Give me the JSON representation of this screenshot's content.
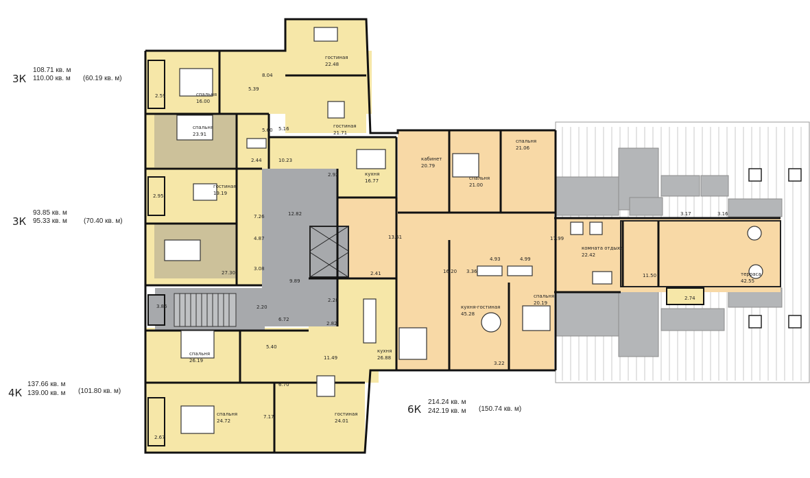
{
  "units": [
    {
      "id": "3k-top",
      "rooms": "3К",
      "total": "108.71 кв. м",
      "total_alt": "110.00 кв. м",
      "living": "(60.19 кв. м)"
    },
    {
      "id": "3k-mid",
      "rooms": "3К",
      "total": "93.85 кв. м",
      "total_alt": "95.33 кв. м",
      "living": "(70.40 кв. м)"
    },
    {
      "id": "4k",
      "rooms": "4К",
      "total": "137.66 кв. м",
      "total_alt": "139.00 кв. м",
      "living": "(101.80 кв. м)"
    },
    {
      "id": "6k",
      "rooms": "6К",
      "total": "214.24 кв. м",
      "total_alt": "242.19 кв. м",
      "living": "(150.74 кв. м)"
    }
  ],
  "rooms": [
    {
      "name": "гостиная",
      "area": "22.48"
    },
    {
      "name": "",
      "area": "8.04"
    },
    {
      "name": "спальня",
      "area": "16.00"
    },
    {
      "name": "",
      "area": "5.39"
    },
    {
      "name": "",
      "area": "2.59"
    },
    {
      "name": "гостиная",
      "area": "21.71"
    },
    {
      "name": "",
      "area": "5.16"
    },
    {
      "name": "спальня",
      "area": "23.91"
    },
    {
      "name": "",
      "area": "5.60"
    },
    {
      "name": "",
      "area": "2.44"
    },
    {
      "name": "",
      "area": "10.23"
    },
    {
      "name": "кухня",
      "area": "16.77"
    },
    {
      "name": "",
      "area": "2.92"
    },
    {
      "name": "гостиная",
      "area": "19.19"
    },
    {
      "name": "",
      "area": "7.26"
    },
    {
      "name": "",
      "area": "2.95"
    },
    {
      "name": "",
      "area": "12.82"
    },
    {
      "name": "",
      "area": "4.87"
    },
    {
      "name": "",
      "area": "27.30"
    },
    {
      "name": "",
      "area": "3.08"
    },
    {
      "name": "",
      "area": "9.89"
    },
    {
      "name": "",
      "area": "13.61"
    },
    {
      "name": "",
      "area": "2.41"
    },
    {
      "name": "",
      "area": "3.86"
    },
    {
      "name": "",
      "area": "2.20"
    },
    {
      "name": "",
      "area": "6.72"
    },
    {
      "name": "",
      "area": "2.28"
    },
    {
      "name": "",
      "area": "2.82"
    },
    {
      "name": "кухня",
      "area": "26.88"
    },
    {
      "name": "",
      "area": "11.49"
    },
    {
      "name": "",
      "area": "5.40"
    },
    {
      "name": "спальня",
      "area": "26.19"
    },
    {
      "name": "",
      "area": "6.70"
    },
    {
      "name": "",
      "area": "7.17"
    },
    {
      "name": "гостиная",
      "area": "24.01"
    },
    {
      "name": "спальня",
      "area": "24.72"
    },
    {
      "name": "",
      "area": "2.67"
    },
    {
      "name": "кабинет",
      "area": "20.79"
    },
    {
      "name": "спальня",
      "area": "21.00"
    },
    {
      "name": "спальня",
      "area": "21.06"
    },
    {
      "name": "",
      "area": "16.20"
    },
    {
      "name": "",
      "area": "3.36"
    },
    {
      "name": "",
      "area": "4.93"
    },
    {
      "name": "",
      "area": "4.99"
    },
    {
      "name": "",
      "area": "17.99"
    },
    {
      "name": "кухня-гостиная",
      "area": "45.28"
    },
    {
      "name": "",
      "area": "3.22"
    },
    {
      "name": "спальня",
      "area": "20.19"
    },
    {
      "name": "комната отдыха",
      "area": "22.42"
    },
    {
      "name": "",
      "area": "11.50"
    },
    {
      "name": "терраса",
      "area": "42.55"
    },
    {
      "name": "",
      "area": "3.17"
    },
    {
      "name": "",
      "area": "3.16"
    },
    {
      "name": "",
      "area": "2.74"
    }
  ],
  "colors": {
    "apartment_fill": "#f6e7a8",
    "apartment_dark": "#ccc19a",
    "six_room_fill": "#f8d9a6",
    "core_gray": "#a7a9ac",
    "roof_gray": "#b4b6b8",
    "wall": "#111111"
  }
}
